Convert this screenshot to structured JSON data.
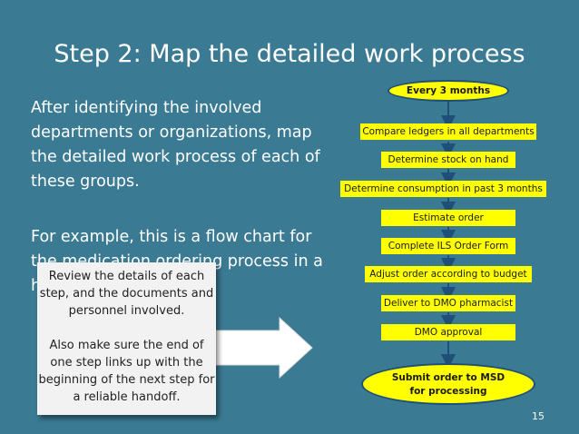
{
  "slide": {
    "title": "Step 2: Map the detailed work process",
    "paragraph1": "After identifying the involved departments or organizations, map the detailed work process of each of these groups.",
    "paragraph2": "For example, this is a flow chart for the medication ordering process in a health center.",
    "callout_para1": "Review the details of each step, and the documents and personnel involved.",
    "callout_para2": "Also make sure the end of one step links up with the beginning of the next step for a reliable handoff.",
    "page_number": "15"
  },
  "flowchart": {
    "start": "Every 3 months",
    "steps": [
      "Compare ledgers in all departments",
      "Determine stock on hand",
      "Determine consumption in past 3 months",
      "Estimate order",
      "Complete ILS Order Form",
      "Adjust order according to budget",
      "Deliver to DMO pharmacist",
      "DMO approval"
    ],
    "end_line1": "Submit order to MSD",
    "end_line2": "for processing"
  },
  "colors": {
    "background": "#3a7a93",
    "box_fill": "#ffff00",
    "connector": "#1f4e79",
    "callout_bg": "#f2f2f2"
  }
}
